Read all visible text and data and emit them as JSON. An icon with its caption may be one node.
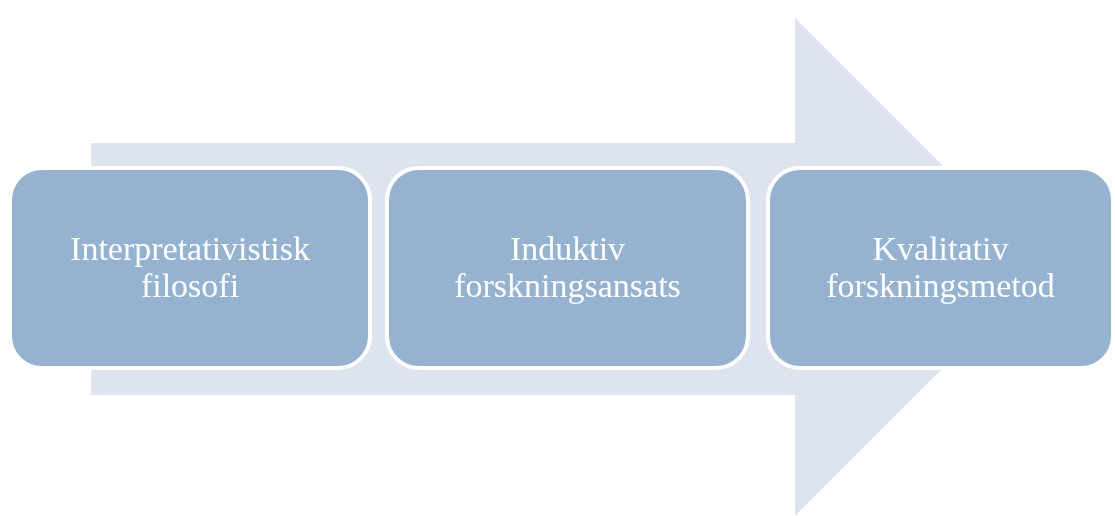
{
  "diagram": {
    "nodes": [
      {
        "text": [
          "Interpretativistisk filosofi"
        ]
      },
      {
        "text": [
          "Induktiv forskningsansats"
        ]
      },
      {
        "text": [
          "Kvalitativ forskningsmetod"
        ]
      }
    ],
    "edges": [
      {
        "from": 0,
        "to": 2,
        "arrow": "to"
      }
    ]
  }
}
